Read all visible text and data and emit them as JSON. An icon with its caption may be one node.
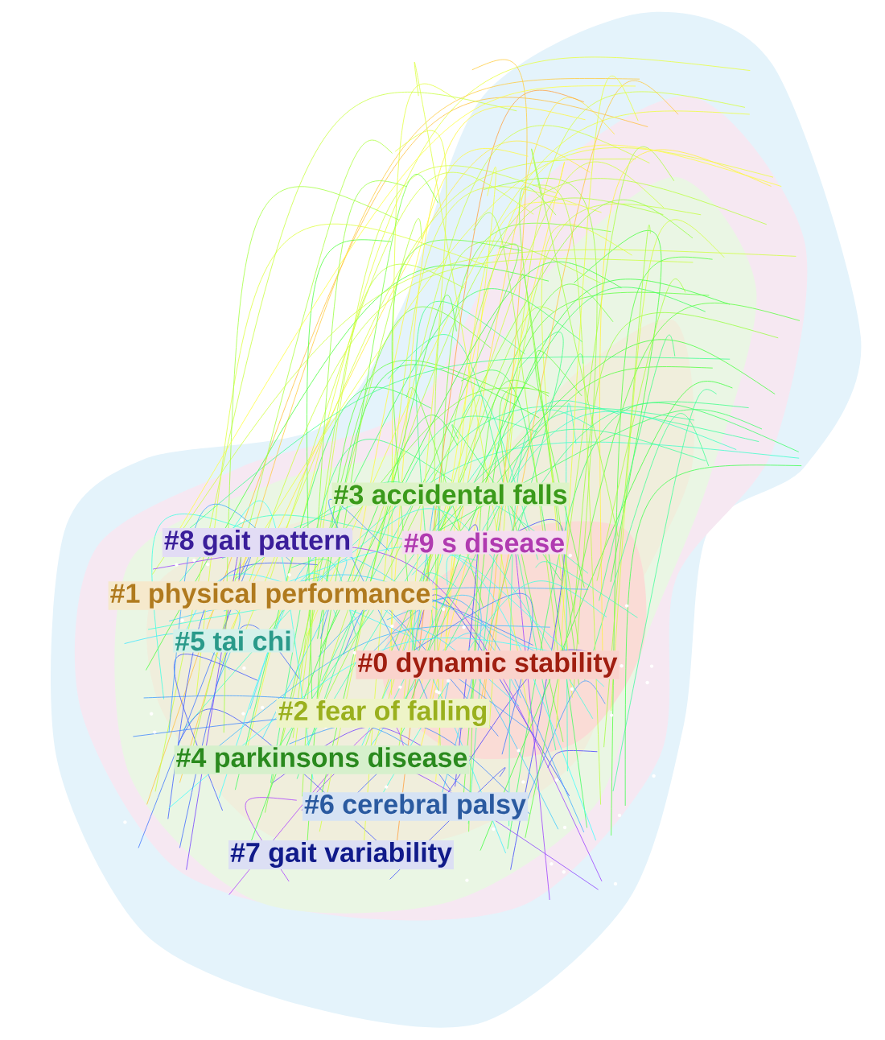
{
  "diagram": {
    "labels": [
      "#3 accidental falls",
      "#8 gait pattern",
      "#9 s disease",
      "#1 physical performance",
      "#5 tai chi",
      "#0 dynamic stability",
      "#2 fear of falling",
      "#4 parkinsons disease",
      "#6 cerebral palsy",
      "#7 gait variability"
    ]
  }
}
